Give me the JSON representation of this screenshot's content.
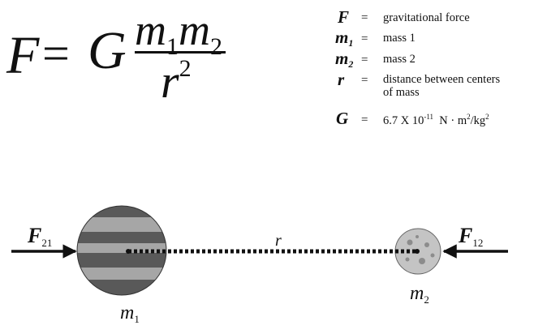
{
  "formula": {
    "force": "F",
    "equals": "=",
    "constant": "G",
    "mass_symbol": "m",
    "mass1_index": "1",
    "mass2_index": "2",
    "distance": "r",
    "exponent": "2"
  },
  "legend": {
    "equals": "=",
    "items": [
      {
        "symbol": "F",
        "index": "",
        "text": "gravitational force"
      },
      {
        "symbol": "m",
        "index": "1",
        "text": "mass 1"
      },
      {
        "symbol": "m",
        "index": "2",
        "text": "mass 2"
      },
      {
        "symbol": "r",
        "index": "",
        "text": "distance between centers",
        "text2": "of mass"
      }
    ],
    "g_row": {
      "symbol": "G",
      "coefficient": "6.7 X 10",
      "exponent": "-11",
      "unit_prefix": "N · m",
      "unit_exp1": "2",
      "unit_mid": "/kg",
      "unit_exp2": "2"
    }
  },
  "diagram": {
    "force_left": {
      "symbol": "F",
      "index": "21"
    },
    "force_right": {
      "symbol": "F",
      "index": "12"
    },
    "mass1": {
      "symbol": "m",
      "index": "1"
    },
    "mass2": {
      "symbol": "m",
      "index": "2"
    },
    "distance_label": "r",
    "colors": {
      "planet_dark": "#595959",
      "planet_light": "#a6a6a6",
      "moon_fill": "#c4c4c4",
      "moon_spots": "#8c8c8c",
      "ink": "#111111"
    }
  }
}
